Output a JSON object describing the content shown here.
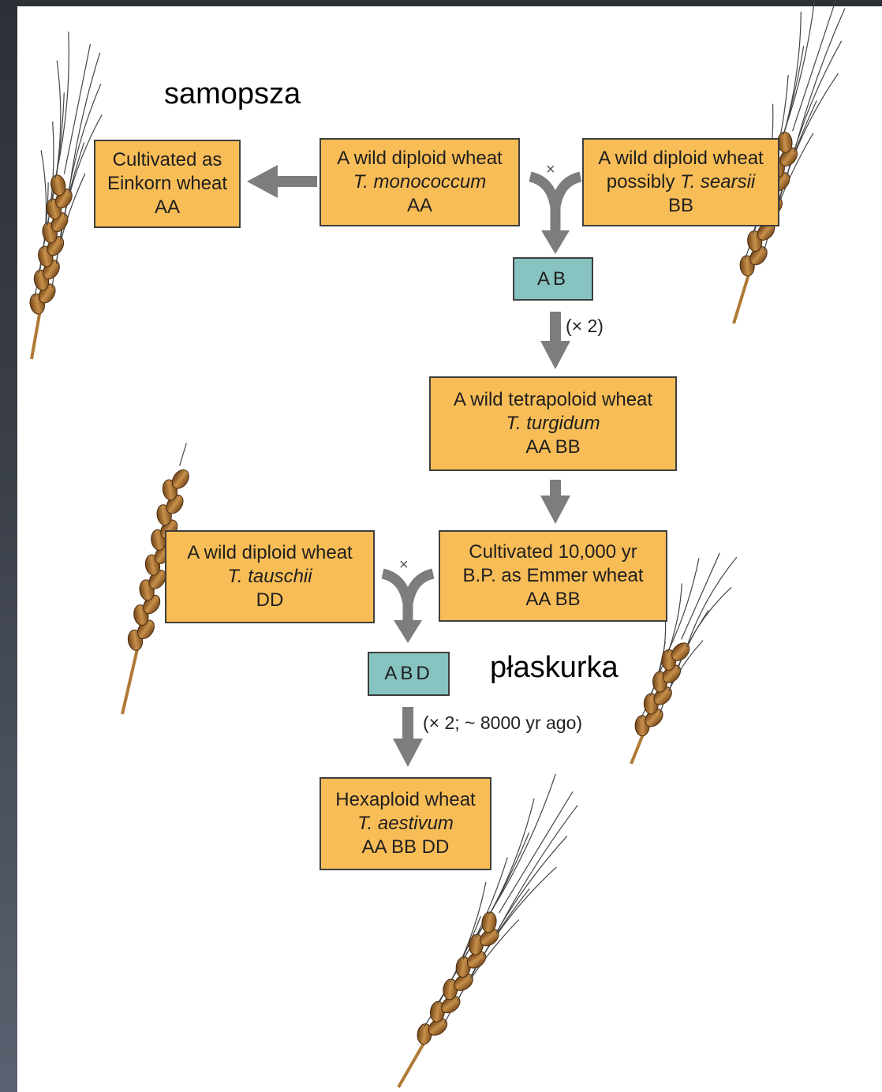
{
  "labels": {
    "samopsza": "samopsza",
    "plaskurka": "płaskurka"
  },
  "boxes": {
    "einkorn": {
      "line1": "Cultivated as",
      "line2": "Einkorn wheat",
      "line3": "AA"
    },
    "monococcum": {
      "line1": "A wild diploid wheat",
      "line2": "T. monococcum",
      "line3": "AA"
    },
    "searsii": {
      "line1": "A wild diploid wheat",
      "line2_plain": "possibly ",
      "line2_italic": "T. searsii",
      "line3": "BB"
    },
    "turgidum": {
      "line1": "A wild tetrapoloid wheat",
      "line2": "T. turgidum",
      "line3": "AA BB"
    },
    "tauschii": {
      "line1": "A wild diploid wheat",
      "line2": "T. tauschii",
      "line3": "DD"
    },
    "emmer": {
      "line1": "Cultivated 10,000 yr",
      "line2": "B.P. as Emmer wheat",
      "line3": "AA BB"
    },
    "aestivum": {
      "line1": "Hexaploid wheat",
      "line2": "T. aestivum",
      "line3": "AA BB DD"
    }
  },
  "genomes": {
    "ab": "AB",
    "abd": "ABD"
  },
  "notes": {
    "double1": "(× 2)",
    "double2": "(× 2; ~ 8000 yr ago)"
  },
  "cross_symbol": "×",
  "colors": {
    "box_fill": "#f8bd57",
    "genome_fill": "#86c3c1",
    "arrow": "#7d7d7d",
    "border": "#3e3e3e",
    "grain": "#a86e2c",
    "awn": "#454545"
  },
  "icons": [
    "wheat-ear-icon",
    "arrow-icon",
    "cross-merge-icon"
  ]
}
